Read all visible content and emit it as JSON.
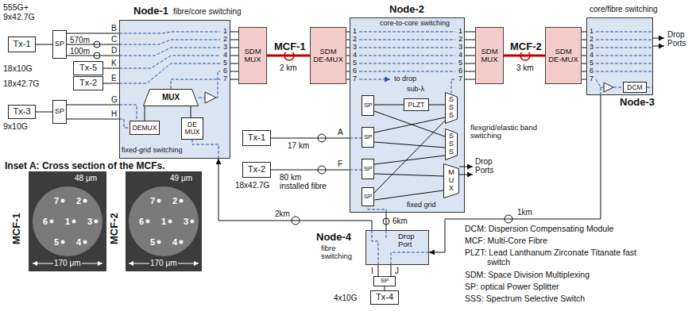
{
  "diagram": {
    "nodes": [
      {
        "text": [
          "Tx-1"
        ]
      },
      {
        "text": [
          "SP"
        ]
      },
      {
        "text": [
          "Tx-5"
        ]
      },
      {
        "text": [
          "Tx-2"
        ]
      },
      {
        "text": [
          "Tx-3"
        ]
      },
      {
        "text": [
          "SP"
        ]
      },
      {
        "text": [
          "Node-1",
          "fibre/core switching"
        ]
      },
      {
        "text": [
          "MUX"
        ],
        "in": 6
      },
      {
        "text": [
          "DEMUX"
        ],
        "in": 6
      },
      {
        "text": [
          "DE MUX"
        ],
        "in": 6
      },
      {
        "text": [
          "SDM MUX"
        ]
      },
      {
        "text": [
          "SDM DE-MUX"
        ]
      },
      {
        "text": [
          "Node-2",
          "core-to-core switching"
        ]
      },
      {
        "text": [
          "SP"
        ],
        "in": 12
      },
      {
        "text": [
          "SP"
        ],
        "in": 12
      },
      {
        "text": [
          "SP"
        ],
        "in": 12
      },
      {
        "text": [
          "SP"
        ],
        "in": 12
      },
      {
        "text": [
          "PLZT"
        ],
        "in": 12
      },
      {
        "text": [
          "SSS"
        ],
        "in": 12
      },
      {
        "text": [
          "SSS"
        ],
        "in": 12
      },
      {
        "text": [
          "MUX"
        ],
        "in": 12
      },
      {
        "text": [
          "SDM MUX"
        ]
      },
      {
        "text": [
          "SDM DE-MUX"
        ]
      },
      {
        "text": [
          "core/fibre switching",
          "Node-3"
        ]
      },
      {
        "text": [
          "DCM"
        ],
        "in": 23
      },
      {
        "text": [
          "Tx-1"
        ]
      },
      {
        "text": [
          "Tx-2"
        ]
      },
      {
        "text": [
          "Node-4",
          "fibre switching"
        ]
      },
      {
        "text": [
          "SP"
        ]
      },
      {
        "text": [
          "Tx-4"
        ]
      }
    ],
    "edges": [
      {
        "from": 0,
        "to": 1,
        "arrow": "none"
      },
      {
        "from": 1,
        "to": 6,
        "label": "B",
        "arrow": "none"
      },
      {
        "from": 1,
        "to": 6,
        "label": "C",
        "arrow": "none"
      },
      {
        "from": 1,
        "to": 6,
        "label": "D",
        "arrow": "none"
      },
      {
        "from": 2,
        "to": 6,
        "label": "K",
        "arrow": "none"
      },
      {
        "from": 3,
        "to": 6,
        "label": "E",
        "arrow": "none"
      },
      {
        "from": 4,
        "to": 5,
        "arrow": "none"
      },
      {
        "from": 5,
        "to": 6,
        "label": "G",
        "arrow": "none"
      },
      {
        "from": 5,
        "to": 6,
        "label": "H",
        "arrow": "none"
      },
      {
        "from": 6,
        "to": 10,
        "arrow": "none"
      },
      {
        "from": 6,
        "to": 10,
        "arrow": "none"
      },
      {
        "from": 6,
        "to": 10,
        "arrow": "none"
      },
      {
        "from": 6,
        "to": 10,
        "arrow": "none"
      },
      {
        "from": 6,
        "to": 10,
        "arrow": "none"
      },
      {
        "from": 6,
        "to": 10,
        "arrow": "none"
      },
      {
        "from": 6,
        "to": 10,
        "arrow": "none"
      },
      {
        "from": 10,
        "to": 11,
        "label": "MCF-1",
        "arrow": "none"
      },
      {
        "from": 11,
        "to": 12,
        "arrow": "none"
      },
      {
        "from": 11,
        "to": 12,
        "arrow": "none"
      },
      {
        "from": 11,
        "to": 12,
        "arrow": "none"
      },
      {
        "from": 11,
        "to": 12,
        "arrow": "none"
      },
      {
        "from": 11,
        "to": 12,
        "arrow": "none"
      },
      {
        "from": 11,
        "to": 12,
        "arrow": "none"
      },
      {
        "from": 11,
        "to": 12,
        "arrow": "none"
      },
      {
        "from": 12,
        "to": 21,
        "arrow": "none"
      },
      {
        "from": 12,
        "to": 21,
        "arrow": "none"
      },
      {
        "from": 12,
        "to": 21,
        "arrow": "none"
      },
      {
        "from": 12,
        "to": 21,
        "arrow": "none"
      },
      {
        "from": 12,
        "to": 21,
        "arrow": "none"
      },
      {
        "from": 12,
        "to": 21,
        "arrow": "none"
      },
      {
        "from": 12,
        "to": 21,
        "arrow": "none"
      },
      {
        "from": 21,
        "to": 22,
        "label": "MCF-2",
        "arrow": "none"
      },
      {
        "from": 22,
        "to": 23,
        "arrow": "none"
      },
      {
        "from": 22,
        "to": 23,
        "arrow": "none"
      },
      {
        "from": 22,
        "to": 23,
        "arrow": "none"
      },
      {
        "from": 22,
        "to": 23,
        "arrow": "none"
      },
      {
        "from": 22,
        "to": 23,
        "arrow": "none"
      },
      {
        "from": 22,
        "to": 23,
        "arrow": "none"
      },
      {
        "from": 22,
        "to": 23,
        "arrow": "none"
      },
      {
        "from": 8,
        "to": 7,
        "arrow": "none"
      },
      {
        "from": 9,
        "to": 7,
        "arrow": "none"
      },
      {
        "from": 13,
        "to": 17,
        "arrow": "none"
      },
      {
        "from": 17,
        "to": 18,
        "arrow": "none"
      },
      {
        "from": 13,
        "to": 19,
        "arrow": "none"
      },
      {
        "from": 14,
        "to": 18,
        "arrow": "none"
      },
      {
        "from": 14,
        "to": 19,
        "arrow": "none"
      },
      {
        "from": 15,
        "to": 19,
        "arrow": "none"
      },
      {
        "from": 15,
        "to": 20,
        "arrow": "none"
      },
      {
        "from": 16,
        "to": 18,
        "arrow": "none"
      },
      {
        "from": 16,
        "to": 20,
        "arrow": "none"
      },
      {
        "from": 25,
        "to": 12,
        "label": "A",
        "arrow": "none"
      },
      {
        "from": 26,
        "to": 12,
        "label": "F",
        "arrow": "none"
      },
      {
        "from": 27,
        "to": 6,
        "label": "2km",
        "arrow": "to"
      },
      {
        "from": 12,
        "to": 27,
        "label": "6km",
        "arrow": "none"
      },
      {
        "from": 23,
        "to": 27,
        "label": "1km",
        "arrow": "to"
      },
      {
        "from": 28,
        "to": 27,
        "label": "I",
        "arrow": "none"
      },
      {
        "from": 28,
        "to": 27,
        "label": "J",
        "arrow": "none"
      },
      {
        "from": 29,
        "to": 28,
        "arrow": "none"
      }
    ],
    "labels": [
      "555G+ 9x42.7G",
      "570m",
      "100m",
      "18x10G",
      "18x42.7G",
      "9x10G",
      "1",
      "2",
      "3",
      "4",
      "5",
      "6",
      "7",
      "fixed-grid switching",
      "2 km",
      "1",
      "2",
      "3",
      "4",
      "5",
      "6",
      "7",
      "to drop",
      "sub-λ",
      "1",
      "2",
      "3",
      "4",
      "5",
      "6",
      "7",
      "fixed grid",
      "Drop Ports",
      "flexgrid/elastic band switching",
      "3 km",
      "1",
      "2",
      "3",
      "4",
      "5",
      "6",
      "7",
      "Drop Ports",
      "17 km",
      "80 km installed fibre",
      "18x42.7G",
      "Drop Port",
      "4x10G",
      "Inset A: Cross section of the MCFs.",
      "MCF-1",
      "MCF-2",
      "1",
      "2",
      "3",
      "4",
      "5",
      "6",
      "7",
      "1",
      "2",
      "3",
      "4",
      "5",
      "6",
      "7",
      "170 μm",
      "48 μm",
      "170 μm",
      "49 μm",
      "DCM: Dispersion Compensating Module",
      "MCF: Multi-Core Fibre",
      "PLZT: Lead Lanthanum Zirconate Titanate fast switch",
      "SDM: Space Division Multiplexing",
      "SP: optical Power Splitter",
      "SSS: Spectrum Selective Switch"
    ]
  }
}
